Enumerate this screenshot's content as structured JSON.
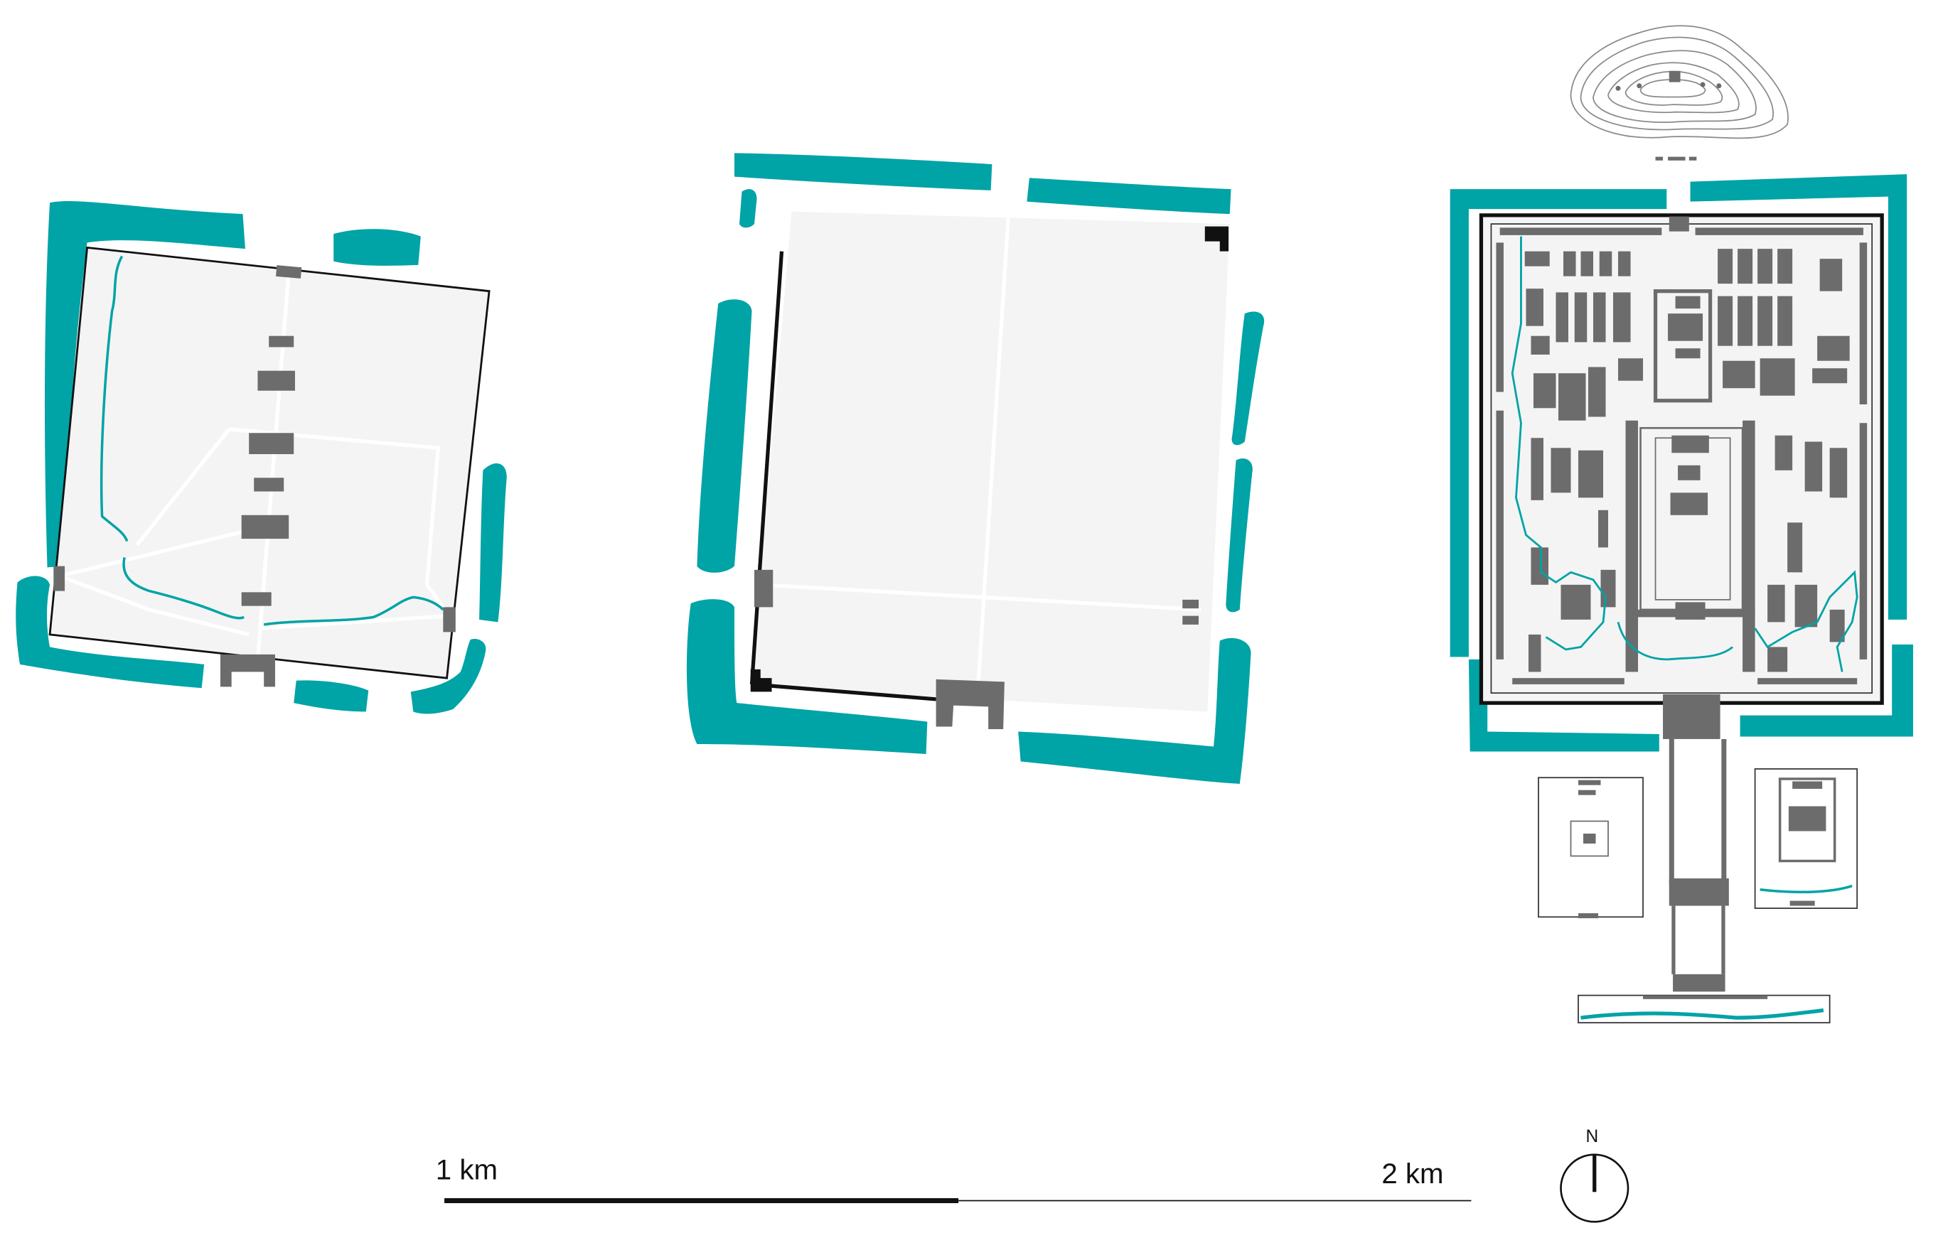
{
  "colors": {
    "moat": "#00a3a6",
    "ground": "#f4f4f4",
    "building": "#6c6c6c",
    "wall": "#111111",
    "road": "#ffffff",
    "contour": "#8a8a8a",
    "background": "#ffffff"
  },
  "plans": [
    {
      "name": "plan-left-palace"
    },
    {
      "name": "plan-middle-palace"
    },
    {
      "name": "plan-right-palace"
    }
  ],
  "scale_bar": {
    "label_1": "1 km",
    "label_2": "2 km"
  },
  "north_arrow": {
    "label": "N",
    "icon": "north-arrow-icon"
  }
}
